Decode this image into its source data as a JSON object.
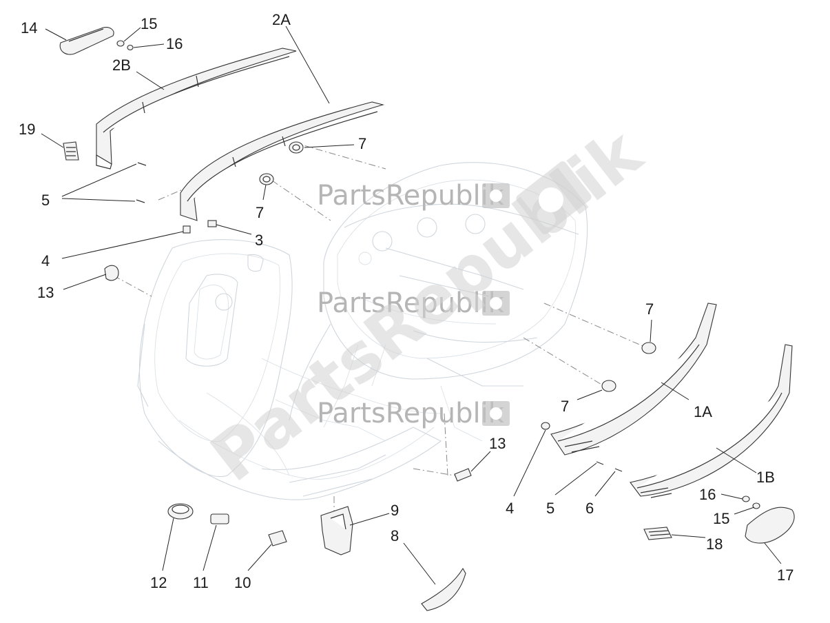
{
  "watermark": {
    "text": "PartsRepublik",
    "icon": "gear-flag-icon"
  },
  "callouts": [
    {
      "id": "c14",
      "text": "14"
    },
    {
      "id": "c15a",
      "text": "15"
    },
    {
      "id": "c16a",
      "text": "16"
    },
    {
      "id": "c2B",
      "text": "2B"
    },
    {
      "id": "c2A",
      "text": "2A"
    },
    {
      "id": "c19",
      "text": "19"
    },
    {
      "id": "c7a",
      "text": "7"
    },
    {
      "id": "c5a",
      "text": "5"
    },
    {
      "id": "c7b",
      "text": "7"
    },
    {
      "id": "c3",
      "text": "3"
    },
    {
      "id": "c4a",
      "text": "4"
    },
    {
      "id": "c13a",
      "text": "13"
    },
    {
      "id": "c7c",
      "text": "7"
    },
    {
      "id": "c7d",
      "text": "7"
    },
    {
      "id": "c1A",
      "text": "1A"
    },
    {
      "id": "c13b",
      "text": "13"
    },
    {
      "id": "c1B",
      "text": "1B"
    },
    {
      "id": "c16b",
      "text": "16"
    },
    {
      "id": "c4b",
      "text": "4"
    },
    {
      "id": "c5b",
      "text": "5"
    },
    {
      "id": "c6",
      "text": "6"
    },
    {
      "id": "c15b",
      "text": "15"
    },
    {
      "id": "c9",
      "text": "9"
    },
    {
      "id": "c8",
      "text": "8"
    },
    {
      "id": "c18",
      "text": "18"
    },
    {
      "id": "c17",
      "text": "17"
    },
    {
      "id": "c12",
      "text": "12"
    },
    {
      "id": "c11",
      "text": "11"
    },
    {
      "id": "c10",
      "text": "10"
    }
  ]
}
